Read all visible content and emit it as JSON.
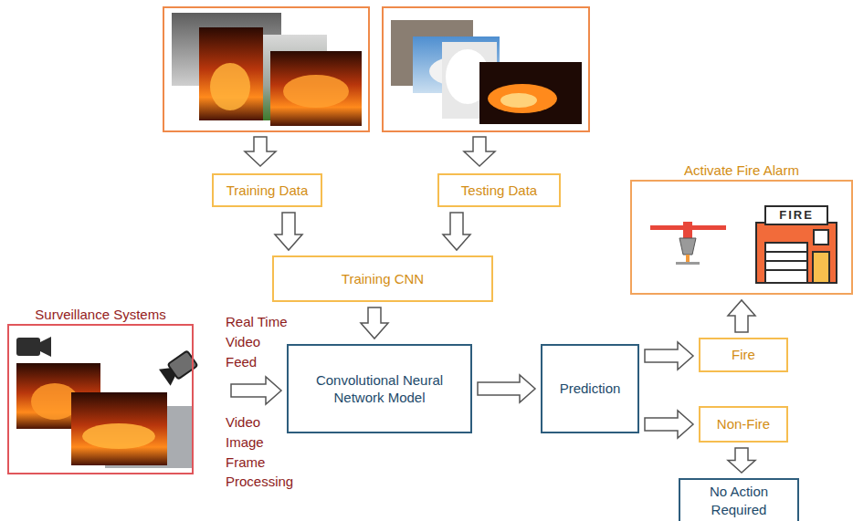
{
  "diagram": {
    "nodes": [
      {
        "text": [
          "Training Data"
        ]
      },
      {
        "text": [
          "Testing Data"
        ]
      },
      {
        "text": [
          "Activate Fire Alarm"
        ]
      },
      {
        "text": [
          "Training CNN"
        ]
      },
      {
        "text": [
          "Surveillance Systems"
        ]
      },
      {
        "text": [
          "Convolutional Neural Network Model"
        ]
      },
      {
        "text": [
          "Prediction"
        ]
      },
      {
        "text": [
          "Fire"
        ]
      },
      {
        "text": [
          "Non-Fire"
        ]
      },
      {
        "text": [
          "No Action Required"
        ]
      }
    ],
    "edges": [
      {
        "from": 0,
        "to": 3,
        "arrow": "to"
      },
      {
        "from": 1,
        "to": 3,
        "arrow": "to"
      },
      {
        "from": 3,
        "to": 5,
        "arrow": "to"
      },
      {
        "from": 4,
        "to": 5,
        "arrow": "to"
      },
      {
        "from": 5,
        "to": 6,
        "arrow": "to"
      },
      {
        "from": 6,
        "to": 7,
        "arrow": "to"
      },
      {
        "from": 6,
        "to": 8,
        "arrow": "to"
      },
      {
        "from": 7,
        "to": 2,
        "arrow": "to"
      },
      {
        "from": 8,
        "to": 9,
        "arrow": "to"
      }
    ],
    "labels": [
      "Real Time Video Feed",
      "Video Image Frame Processing",
      "FIRE"
    ]
  }
}
